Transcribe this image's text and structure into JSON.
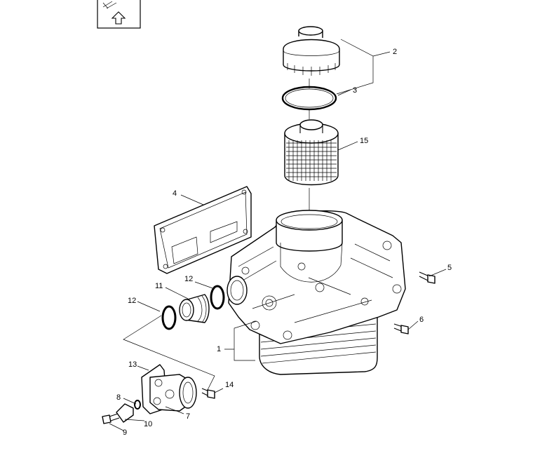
{
  "callouts": [
    "1",
    "2",
    "3",
    "4",
    "5",
    "6",
    "7",
    "8",
    "9",
    "10",
    "11",
    "12",
    "12",
    "13",
    "14",
    "15"
  ],
  "icon": {
    "name": "reinstall-up-arrow-icon"
  }
}
